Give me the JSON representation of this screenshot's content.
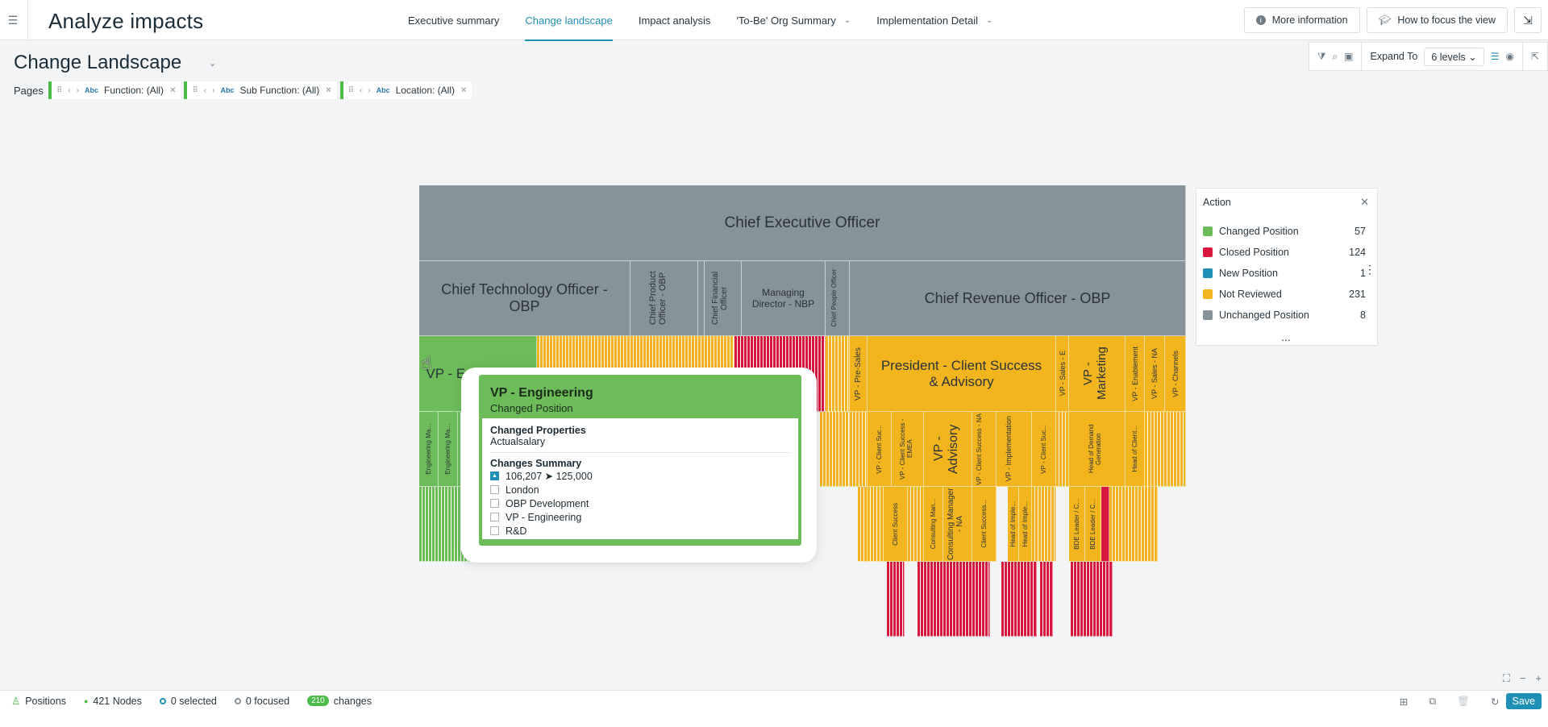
{
  "app": {
    "title": "Analyze impacts"
  },
  "nav": {
    "tabs": [
      {
        "label": "Executive summary"
      },
      {
        "label": "Change landscape"
      },
      {
        "label": "Impact analysis"
      },
      {
        "label": "'To-Be' Org Summary"
      },
      {
        "label": "Implementation Detail"
      }
    ],
    "active_tab": "Change landscape"
  },
  "top_actions": {
    "more_info": "More information",
    "how_to_focus": "How to focus the view"
  },
  "page": {
    "title": "Change Landscape",
    "pages_label": "Pages"
  },
  "filters": [
    {
      "label": "Function: (All)"
    },
    {
      "label": "Sub Function: (All)"
    },
    {
      "label": "Location: (All)"
    }
  ],
  "filter_type_tag": "Abc",
  "toolbar": {
    "expand_label": "Expand To",
    "expand_value": "6 levels"
  },
  "treemap": {
    "root": "Chief Executive Officer",
    "level2": {
      "cto": "Chief Technology Officer - OBP",
      "cpo": "Chief Product Officer - OBP",
      "cfo": "Chief Financial Officer",
      "md": "Managing Director - NBP",
      "cpeo": "Chief People Officer",
      "cro": "Chief Revenue Officer - OBP"
    },
    "level3": {
      "vp_eng": "VP - Engineering",
      "vp_presales": "VP - Pre-Sales",
      "pres_cs": "President - Client Success & Advisory",
      "vp_sales_e": "VP - Sales - E",
      "vp_marketing": "VP - Marketing",
      "vp_enable": "VP - Enablement",
      "vp_sales_na": "VP - Sales - NA",
      "vp_channels": "VP - Channels"
    },
    "level4": {
      "eng_ma_1": "Engineering Ma...",
      "eng_ma_2": "Engineering Ma...",
      "vp_client_suc": "VP - Client Suc...",
      "vp_cs_emea": "VP - Client Success - EMEA",
      "vp_advisory": "VP - Advisory",
      "vp_cs_na": "VP - Client Success - NA",
      "vp_impl": "VP - Implementation",
      "vp_client_suc2": "VP - Client Suc...",
      "head_demand": "Head of Demand Generation",
      "head_client": "Head of Client..."
    },
    "level5": {
      "client_success": "Client Success",
      "consulting_man": "Consulting Man...",
      "consulting_mgr_na": "Consulting Manager - NA",
      "client_success2": "Client Success...",
      "head_imple1": "Head of Imple...",
      "head_imple2": "Head of Imple...",
      "bde_leader1": "BDE Leader / C...",
      "bde_leader2": "BDE Leader / C..."
    }
  },
  "legend": {
    "title": "Action",
    "items": [
      {
        "label": "Changed Position",
        "count": "57",
        "color": "#6cbd5a"
      },
      {
        "label": "Closed Position",
        "count": "124",
        "color": "#d8173d"
      },
      {
        "label": "New Position",
        "count": "1",
        "color": "#1f8fb5"
      },
      {
        "label": "Not Reviewed",
        "count": "231",
        "color": "#f3b51d"
      },
      {
        "label": "Unchanged Position",
        "count": "8",
        "color": "#87939a"
      }
    ],
    "more": "..."
  },
  "tooltip": {
    "title": "VP - Engineering",
    "subtitle": "Changed Position",
    "changed_properties_heading": "Changed Properties",
    "changed_properties": "Actualsalary",
    "summary_heading": "Changes Summary",
    "summary_items": [
      "106,207 ➤ 125,000",
      "London",
      "OBP Development",
      "VP - Engineering",
      "R&D"
    ]
  },
  "status": {
    "positions": "Positions",
    "nodes": "421 Nodes",
    "selected": "0 selected",
    "focused": "0 focused",
    "changes_count": "210",
    "changes_label": "changes",
    "save": "Save"
  }
}
